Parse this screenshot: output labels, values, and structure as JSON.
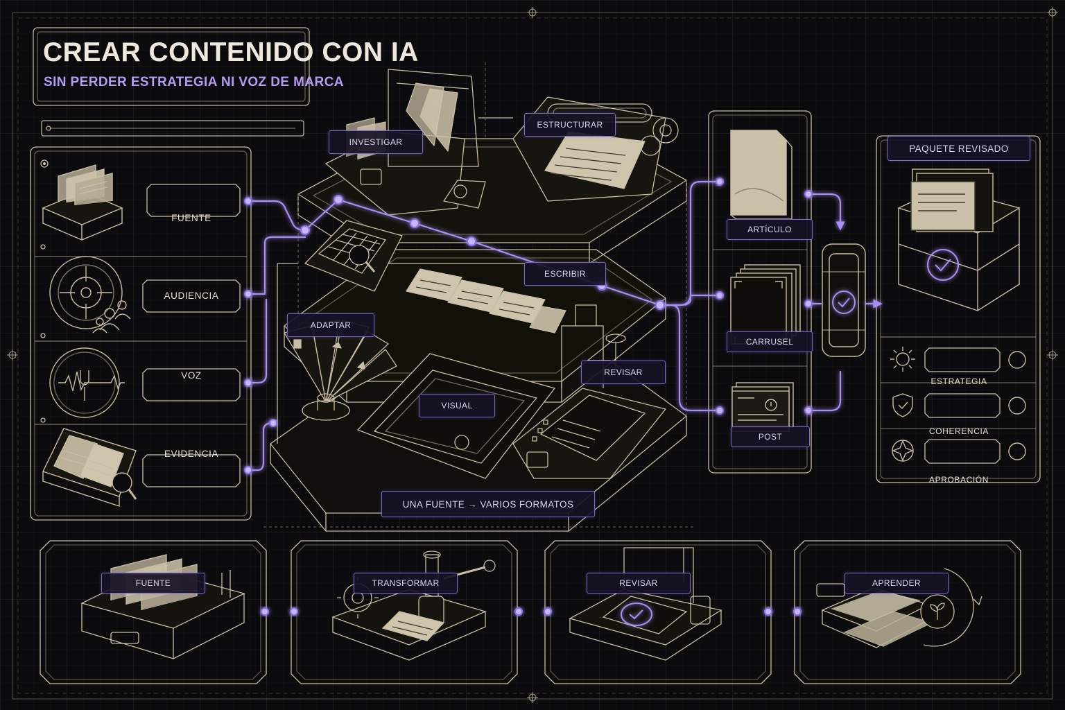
{
  "header": {
    "title": "CREAR CONTENIDO CON IA",
    "subtitle": "SIN PERDER ESTRATEGIA NI VOZ DE MARCA"
  },
  "inputs": {
    "items": [
      {
        "label": "FUENTE",
        "icon": "folder-files-icon"
      },
      {
        "label": "AUDIENCIA",
        "icon": "target-audience-icon"
      },
      {
        "label": "VOZ",
        "icon": "tuning-fork-waveform-icon"
      },
      {
        "label": "EVIDENCIA",
        "icon": "document-magnifier-icon"
      }
    ]
  },
  "process": {
    "steps": [
      {
        "label": "INVESTIGAR"
      },
      {
        "label": "ESTRUCTURAR"
      },
      {
        "label": "ESCRIBIR"
      },
      {
        "label": "ADAPTAR"
      },
      {
        "label": "VISUAL"
      },
      {
        "label": "REVISAR"
      }
    ],
    "caption": "UNA FUENTE → VARIOS FORMATOS"
  },
  "formats": {
    "items": [
      {
        "label": "ARTÍCULO",
        "icon": "document-icon"
      },
      {
        "label": "CARRUSEL",
        "icon": "stacked-slides-icon"
      },
      {
        "label": "POST",
        "icon": "social-post-icon"
      }
    ]
  },
  "output": {
    "title": "PAQUETE REVISADO",
    "checks": [
      {
        "label": "ESTRATEGIA",
        "icon": "gear-icon"
      },
      {
        "label": "COHERENCIA",
        "icon": "shield-check-icon"
      },
      {
        "label": "APROBACIÓN",
        "icon": "compass-star-icon"
      }
    ]
  },
  "cycle": {
    "steps": [
      {
        "label": "FUENTE"
      },
      {
        "label": "TRANSFORMAR"
      },
      {
        "label": "REVISAR"
      },
      {
        "label": "APRENDER"
      }
    ]
  },
  "colors": {
    "background": "#0b0a0c",
    "line": "#c9bea4",
    "accent": "#a98ff5",
    "paper": "#c8bea6",
    "text": "#efe9dd"
  }
}
